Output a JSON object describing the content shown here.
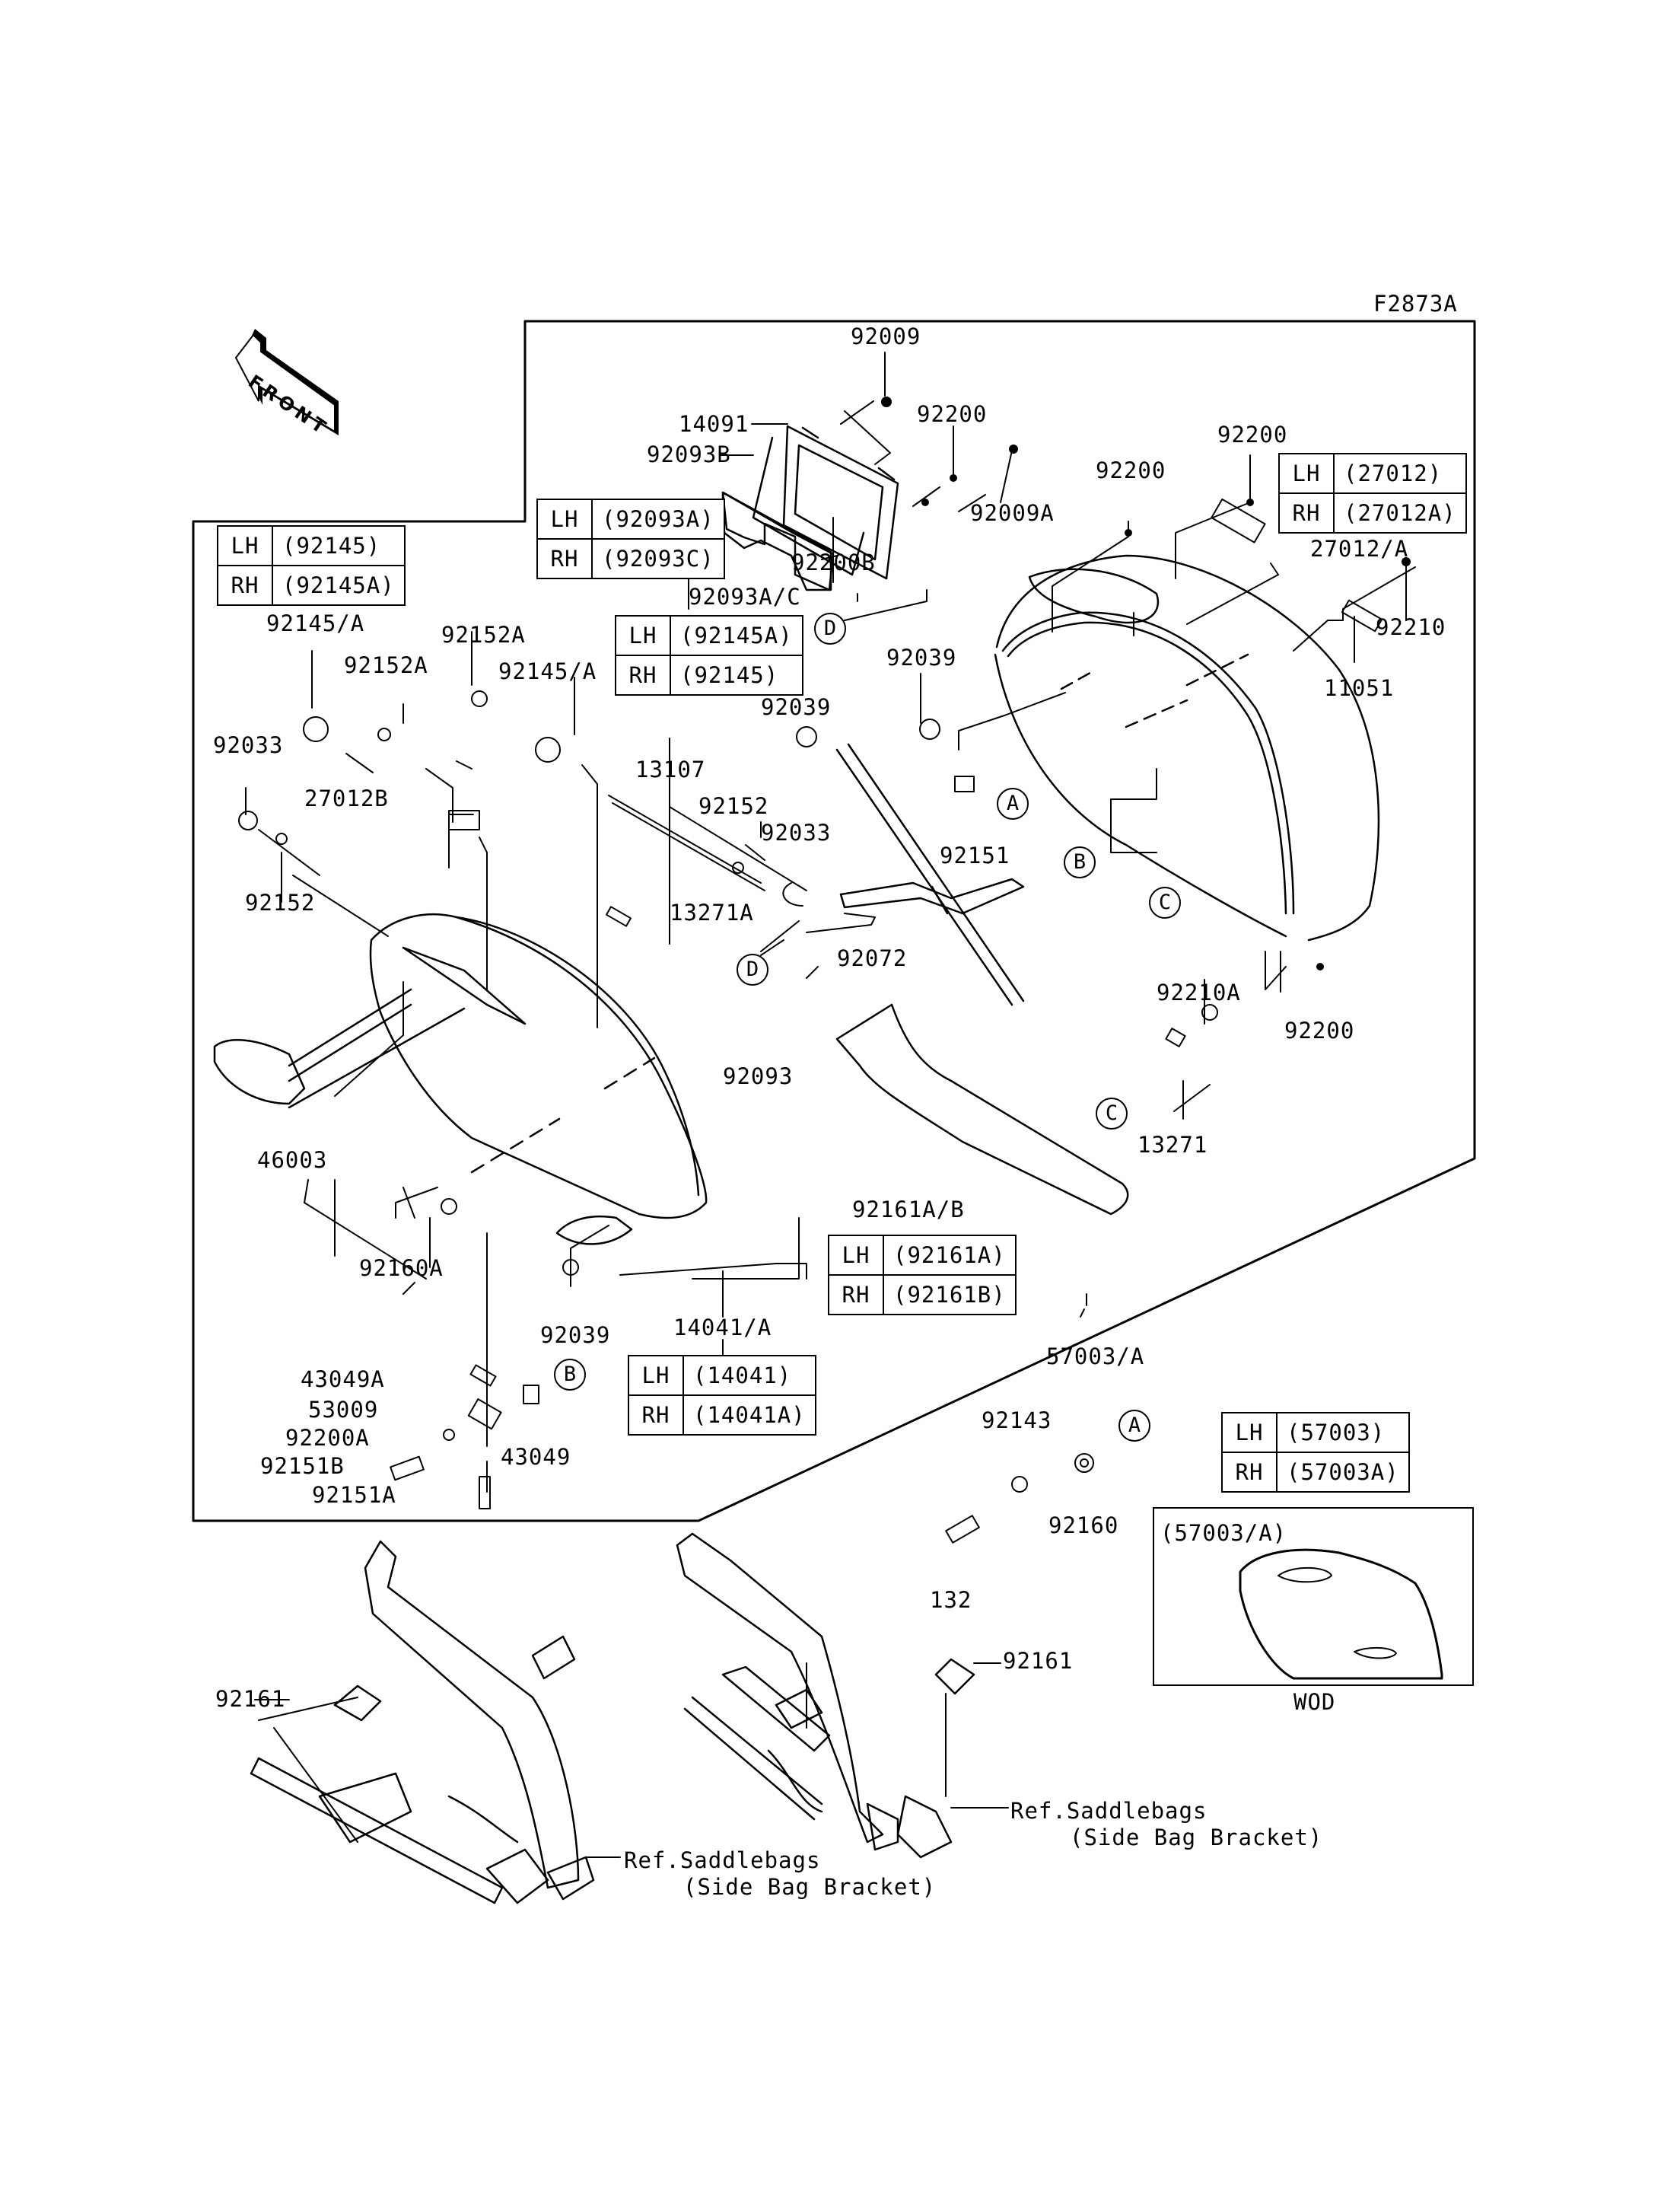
{
  "diagram": {
    "figure_code": "F2873A",
    "front_indicator": "FRONT",
    "parts": [
      {
        "id": "p92009",
        "label": "92009"
      },
      {
        "id": "p14091",
        "label": "14091"
      },
      {
        "id": "p92093B",
        "label": "92093B"
      },
      {
        "id": "p92200_a",
        "label": "92200"
      },
      {
        "id": "p92009A",
        "label": "92009A"
      },
      {
        "id": "p92200B",
        "label": "92200B"
      },
      {
        "id": "p92093AC",
        "label": "92093A/C"
      },
      {
        "id": "p92200_b",
        "label": "92200"
      },
      {
        "id": "p92200_c",
        "label": "92200"
      },
      {
        "id": "p27012A",
        "label": "27012/A"
      },
      {
        "id": "p92210",
        "label": "92210"
      },
      {
        "id": "p11051",
        "label": "11051"
      },
      {
        "id": "p92145A_1",
        "label": "92145/A"
      },
      {
        "id": "p92152A_1",
        "label": "92152A"
      },
      {
        "id": "p92152A_2",
        "label": "92152A"
      },
      {
        "id": "p92145A_2",
        "label": "92145/A"
      },
      {
        "id": "p92033_1",
        "label": "92033"
      },
      {
        "id": "p27012B",
        "label": "27012B"
      },
      {
        "id": "p92152_1",
        "label": "92152"
      },
      {
        "id": "p13107",
        "label": "13107"
      },
      {
        "id": "p92152_2",
        "label": "92152"
      },
      {
        "id": "p92033_2",
        "label": "92033"
      },
      {
        "id": "p13271A",
        "label": "13271A"
      },
      {
        "id": "p92039_1",
        "label": "92039"
      },
      {
        "id": "p92039_2",
        "label": "92039"
      },
      {
        "id": "p92151",
        "label": "92151"
      },
      {
        "id": "p92072",
        "label": "92072"
      },
      {
        "id": "p92200_d",
        "label": "92200"
      },
      {
        "id": "p92210A",
        "label": "92210A"
      },
      {
        "id": "p13271",
        "label": "13271"
      },
      {
        "id": "p46003",
        "label": "46003"
      },
      {
        "id": "p92093",
        "label": "92093"
      },
      {
        "id": "p92160A",
        "label": "92160A"
      },
      {
        "id": "p92161AB",
        "label": "92161A/B"
      },
      {
        "id": "p92039_3",
        "label": "92039"
      },
      {
        "id": "p14041A",
        "label": "14041/A"
      },
      {
        "id": "p57003A",
        "label": "57003/A"
      },
      {
        "id": "p43049A",
        "label": "43049A"
      },
      {
        "id": "p53009",
        "label": "53009"
      },
      {
        "id": "p92200A",
        "label": "92200A"
      },
      {
        "id": "p92151B",
        "label": "92151B"
      },
      {
        "id": "p92151A",
        "label": "92151A"
      },
      {
        "id": "p43049",
        "label": "43049"
      },
      {
        "id": "p92143",
        "label": "92143"
      },
      {
        "id": "p92160",
        "label": "92160"
      },
      {
        "id": "p132",
        "label": "132"
      },
      {
        "id": "p92161_1",
        "label": "92161"
      },
      {
        "id": "p92161_2",
        "label": "92161"
      }
    ],
    "side_tables": [
      {
        "id": "t92145",
        "rows": [
          {
            "side": "LH",
            "code": "(92145)"
          },
          {
            "side": "RH",
            "code": "(92145A)"
          }
        ]
      },
      {
        "id": "t92093",
        "rows": [
          {
            "side": "LH",
            "code": "(92093A)"
          },
          {
            "side": "RH",
            "code": "(92093C)"
          }
        ]
      },
      {
        "id": "t92145b",
        "rows": [
          {
            "side": "LH",
            "code": "(92145A)"
          },
          {
            "side": "RH",
            "code": "(92145)"
          }
        ]
      },
      {
        "id": "t27012",
        "rows": [
          {
            "side": "LH",
            "code": "(27012)"
          },
          {
            "side": "RH",
            "code": "(27012A)"
          }
        ]
      },
      {
        "id": "t92161",
        "rows": [
          {
            "side": "LH",
            "code": "(92161A)"
          },
          {
            "side": "RH",
            "code": "(92161B)"
          }
        ]
      },
      {
        "id": "t14041",
        "rows": [
          {
            "side": "LH",
            "code": "(14041)"
          },
          {
            "side": "RH",
            "code": "(14041A)"
          }
        ]
      },
      {
        "id": "t57003",
        "rows": [
          {
            "side": "LH",
            "code": "(57003)"
          },
          {
            "side": "RH",
            "code": "(57003A)"
          }
        ]
      }
    ],
    "callouts": [
      "A",
      "B",
      "C",
      "D"
    ],
    "inset": {
      "title": "(57003/A)",
      "caption": "WOD"
    },
    "references": [
      {
        "line1": "Ref.Saddlebags",
        "line2": "(Side Bag Bracket)"
      },
      {
        "line1": "Ref.Saddlebags",
        "line2": "(Side Bag Bracket)"
      }
    ]
  }
}
